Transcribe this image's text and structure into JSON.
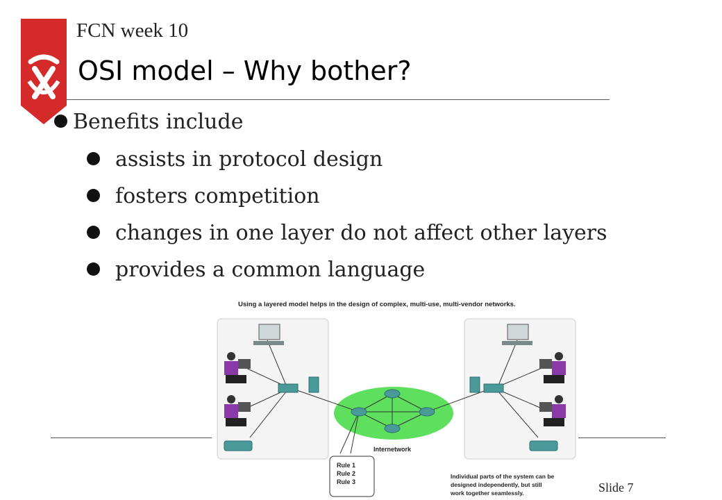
{
  "header": {
    "course": "FCN week 10"
  },
  "slide": {
    "title": "OSI model – Why bother?",
    "slide_number": "Slide 7"
  },
  "bullets": {
    "main": "Benefits include",
    "items": [
      "assists in protocol design",
      "fosters competition",
      "changes in one layer do not affect other layers",
      "provides a common language"
    ]
  },
  "diagram": {
    "caption": "Using a layered model helps in the design of complex, multi-use, multi-vendor networks.",
    "cloud_label": "Internetwork",
    "rules": [
      "Rule 1",
      "Rule 2",
      "Rule 3"
    ],
    "note_lines": [
      "Individual parts of the system can be",
      "designed independently, but still",
      "work together seamlessly."
    ]
  },
  "colors": {
    "logo_red": "#d42a2a",
    "cloud_green": "#5ee05e",
    "device_teal": "#4a9a9a"
  }
}
